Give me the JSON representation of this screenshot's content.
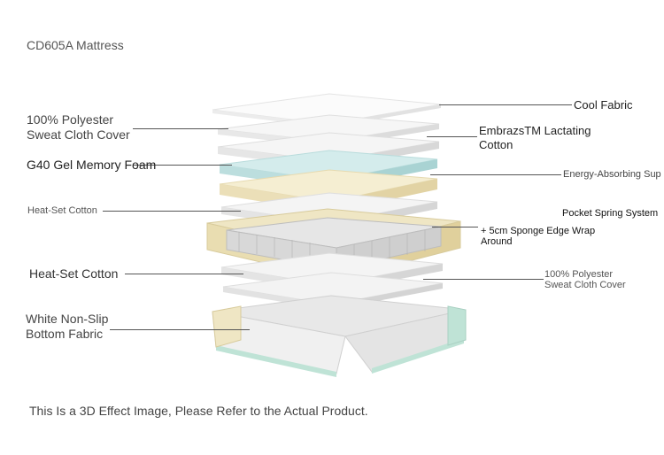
{
  "title": "CD605A Mattress",
  "footnote": "This Is a 3D Effect Image, Please Refer to the Actual Product.",
  "labels_left": {
    "polyester_cover_top": [
      "100% Polyester",
      "Sweat Cloth Cover"
    ],
    "gel_foam": "G40 Gel Memory Foam",
    "heat_set_cotton_top": "Heat-Set Cotton",
    "heat_set_cotton_bottom": "Heat-Set Cotton",
    "non_slip_fabric": [
      "White Non-Slip",
      "Bottom Fabric"
    ]
  },
  "labels_right": {
    "cool_fabric": "Cool Fabric",
    "lactating_cotton": [
      "EmbrazsTM Lactating",
      "Cotton"
    ],
    "energy_support": "Energy-Absorbing Sup",
    "pocket_spring": "Pocket Spring System",
    "sponge_edge": [
      "+ 5cm Sponge Edge Wrap",
      "Around"
    ],
    "polyester_cover_bottom": [
      "100% Polyester",
      "Sweat Cloth Cover"
    ]
  },
  "colors": {
    "gel_layer": "#cfe9ea",
    "yellow_layer": "#f3ebcc",
    "edge_wrap": "#efe6c4",
    "base_trim": "#bfe3d6",
    "white_layer": "#f4f4f4"
  }
}
